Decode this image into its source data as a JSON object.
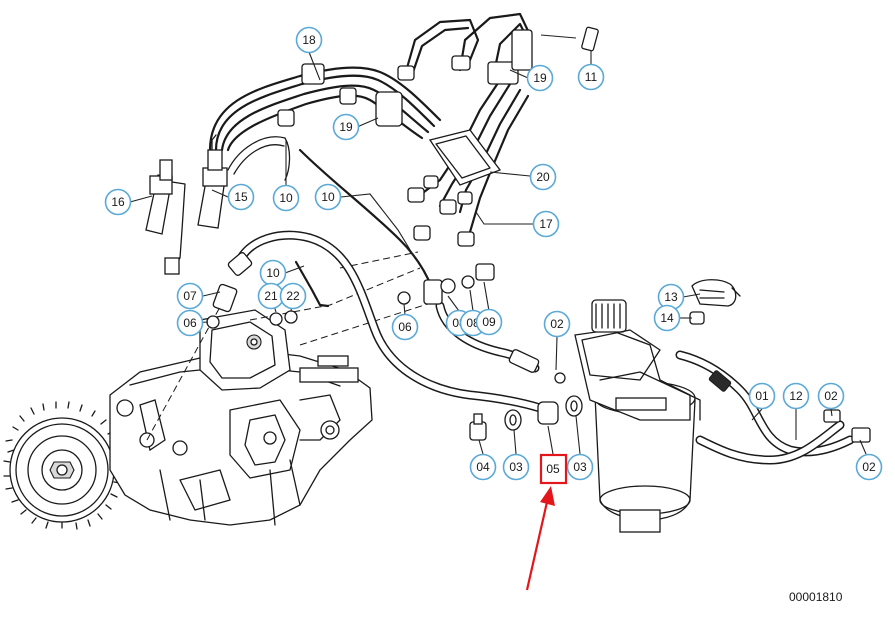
{
  "document_code": "00001810",
  "highlighted_part": "05",
  "callouts": [
    {
      "id": "c18",
      "label": "18"
    },
    {
      "id": "c19a",
      "label": "19"
    },
    {
      "id": "c11",
      "label": "11"
    },
    {
      "id": "c19b",
      "label": "19"
    },
    {
      "id": "c20",
      "label": "20"
    },
    {
      "id": "c17",
      "label": "17"
    },
    {
      "id": "c16",
      "label": "16"
    },
    {
      "id": "c15",
      "label": "15"
    },
    {
      "id": "c10a",
      "label": "10"
    },
    {
      "id": "c10b",
      "label": "10"
    },
    {
      "id": "c10c",
      "label": "10"
    },
    {
      "id": "c07",
      "label": "07"
    },
    {
      "id": "c21",
      "label": "21"
    },
    {
      "id": "c22",
      "label": "22"
    },
    {
      "id": "c06a",
      "label": "06"
    },
    {
      "id": "c06b",
      "label": "06"
    },
    {
      "id": "c08a",
      "label": "08"
    },
    {
      "id": "c08b",
      "label": "08"
    },
    {
      "id": "c09",
      "label": "09"
    },
    {
      "id": "c13",
      "label": "13"
    },
    {
      "id": "c14",
      "label": "14"
    },
    {
      "id": "c02a",
      "label": "02"
    },
    {
      "id": "c01",
      "label": "01"
    },
    {
      "id": "c12",
      "label": "12"
    },
    {
      "id": "c02b",
      "label": "02"
    },
    {
      "id": "c02c",
      "label": "02"
    },
    {
      "id": "c04",
      "label": "04"
    },
    {
      "id": "c03a",
      "label": "03"
    },
    {
      "id": "c03b",
      "label": "03"
    }
  ]
}
